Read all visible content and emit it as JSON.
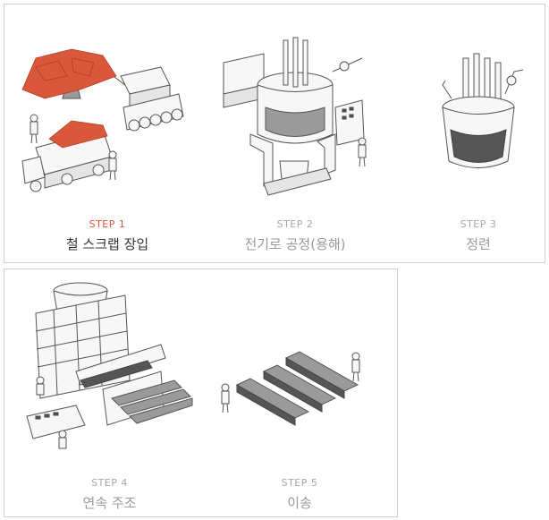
{
  "steps": [
    {
      "id": 1,
      "label": "STEP 1",
      "title": "철 스크랩 장입",
      "active": true,
      "icon": "scrap-charging-illustration"
    },
    {
      "id": 2,
      "label": "STEP 2",
      "title": "전기로 공정(용해)",
      "active": false,
      "icon": "electric-furnace-illustration"
    },
    {
      "id": 3,
      "label": "STEP 3",
      "title": "정련",
      "active": false,
      "icon": "refining-ladle-illustration"
    },
    {
      "id": 4,
      "label": "STEP 4",
      "title": "연속 주조",
      "active": false,
      "icon": "continuous-casting-illustration"
    },
    {
      "id": 5,
      "label": "STEP 5",
      "title": "이송",
      "active": false,
      "icon": "transfer-illustration"
    }
  ],
  "colors": {
    "active_label": "#d9573a",
    "active_title": "#333333",
    "inactive": "#a8a8a8",
    "scrap": "#d9573a"
  }
}
